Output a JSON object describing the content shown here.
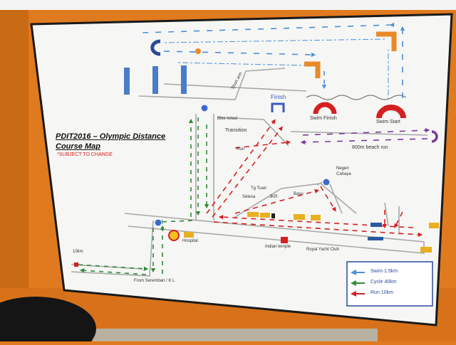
{
  "map": {
    "title": "PDIT2016 – Olympic Distance",
    "subtitle": "Course Map",
    "note": "*SUBJECT TO CHANGE",
    "labels": {
      "finish": "Finish",
      "swim_finish": "Swim Finish",
      "swim_start": "Swim Start",
      "bike_inout": "Bike in/out",
      "transition": "Transition",
      "run_inout": "Run",
      "beach_run": "800m beach run",
      "short_arm": "Short arm",
      "negeri_cahaya_1": "Negeri",
      "negeri_cahaya_2": "Cahaya",
      "tg_tuan": "Tg Tuan",
      "selesa": "Selesa",
      "jkr": "JKR",
      "bayu": "Bayu",
      "hospital": "Hospital",
      "indian_temple": "Indian temple",
      "royal_yacht_club": "Royal Yacht Club",
      "from_seremban": "From Seremban / K L",
      "ten_km": "10km"
    },
    "legend": {
      "swim": "Swim 1.5km",
      "cycle": "Cycle 40km",
      "run": "Run 10km"
    },
    "colors": {
      "board": "#e07a1e",
      "swim": "#4a90d9",
      "cycle": "#2e8b3a",
      "run": "#d42020",
      "beach": "#7a3a9a",
      "buoy": "#e88a2a",
      "gate": "#d42020",
      "poi": "#e8b020"
    }
  }
}
